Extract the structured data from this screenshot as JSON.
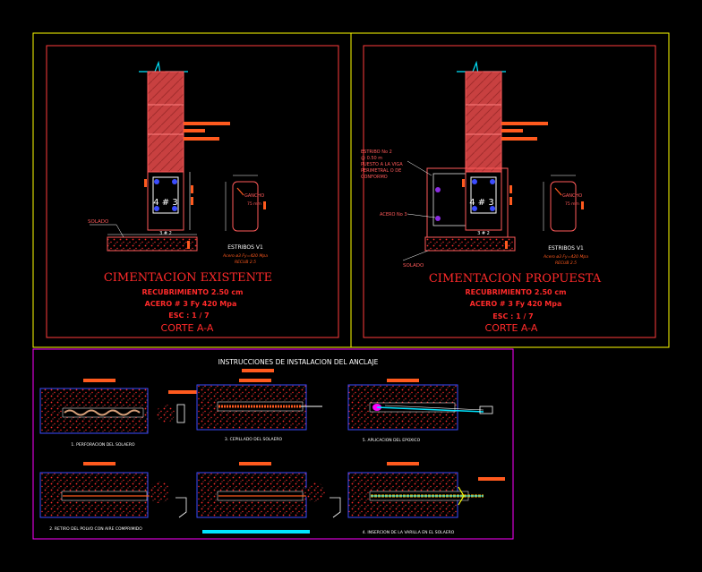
{
  "colors": {
    "frame_yellow": "#ffff00",
    "frame_magenta": "#ff00ff",
    "border_red": "#ff3b3b",
    "wall": "#d24a4a",
    "accent_orange": "#ff5a1e",
    "label_red": "#ff2a2a",
    "dim_white": "#ffffff",
    "rebar_blue": "#3b4cff",
    "axis_cyan": "#00e5ff",
    "slab_dots": "#ff2a2a"
  },
  "left_panel": {
    "beam_label": "4 # 3",
    "beam_sub": "3 # 2",
    "solado": "SOLADO",
    "gancho": "GANCHO",
    "gancho_dim": "75 mm",
    "estribos_title": "ESTRIBOS V1",
    "estribos_line1": "Acero ø3 Fy=420 Mpa",
    "estribos_line2": "RECUB 2.5",
    "title": "CIMENTACION EXISTENTE",
    "recubrimiento": "RECUBRIMIENTO 2.50 cm",
    "acero": "ACERO # 3 Fy 420 Mpa",
    "esc": "ESC : 1 / 7",
    "corte": "CORTE A-A"
  },
  "right_panel": {
    "note_lines": [
      "ESTRIBO No 2",
      "@ 0.50 m",
      "PUESTO A LA VIGA",
      "PERIMETRAL O DE",
      "CONFORMO"
    ],
    "acero_label": "ACERO No 3",
    "beam_label": "4 # 3",
    "beam_sub": "3 # 2",
    "solado": "SOLADO",
    "gancho": "GANCHO",
    "gancho_dim": "75 mm",
    "estribos_title": "ESTRIBOS V1",
    "estribos_line1": "Acero ø3 Fy=420 Mpa",
    "estribos_line2": "RECUB 2.5",
    "title": "CIMENTACION PROPUESTA",
    "recubrimiento": "RECUBRIMIENTO 2.50 cm",
    "acero": "ACERO # 3 Fy 420 Mpa",
    "esc": "ESC : 1 / 7",
    "corte": "CORTE A-A"
  },
  "instructions": {
    "title": "INSTRUCCIONES DE INSTALACION DEL ANCLAJE",
    "steps": [
      "1.  PERFORACION DEL SOLAERO",
      "3.  CEPILLADO DEL SOLAERO",
      "5.  APLICACION DEL EPOXICO",
      "2.  RETIRO DEL POLVO CON AIRE COMPRIMIDO",
      "4.  INSERCION DE LA VARILLA EN EL SOLAERO"
    ]
  }
}
